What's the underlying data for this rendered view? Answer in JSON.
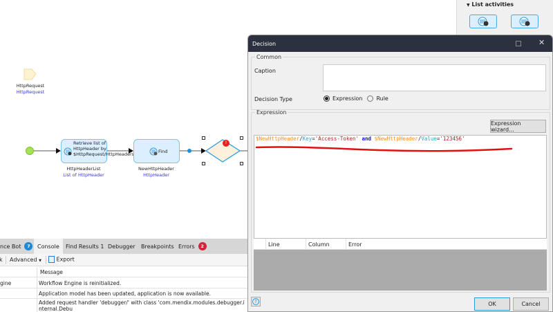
{
  "right_panel": {
    "section_title": "List activities",
    "buttons": [
      {
        "icon": "list-aggregate-icon"
      },
      {
        "icon": "list-edit-icon"
      }
    ]
  },
  "canvas": {
    "parameter": {
      "name": "HttpRequest",
      "type": "HttpRequest"
    },
    "activities": [
      {
        "text": "Retrieve list of HttpHeader by $HttpRequest/HttpHeaders",
        "output": "HttpHeaderList",
        "type": "List of HttpHeader"
      },
      {
        "text": "Find",
        "output": "NewHttpHeader",
        "type": "HttpHeader"
      }
    ],
    "decision_error_badge": "!"
  },
  "dialog": {
    "title": "Decision",
    "common_legend": "Common",
    "caption_label": "Caption",
    "caption_value": "",
    "decision_type_label": "Decision Type",
    "decision_type_options": [
      "Expression",
      "Rule"
    ],
    "decision_type_selected": "Expression",
    "expression_legend": "Expression",
    "expression_wizard": "Expression wizard...",
    "expression_tokens": [
      {
        "t": "$NewHttpHeader",
        "c": "#f0902a"
      },
      {
        "t": "/",
        "c": "#222"
      },
      {
        "t": "Key",
        "c": "#3aa0c8"
      },
      {
        "t": "=",
        "c": "#222"
      },
      {
        "t": "'Access-Token'",
        "c": "#b02020"
      },
      {
        "t": " ",
        "c": "#222"
      },
      {
        "t": "and",
        "c": "#1010e0"
      },
      {
        "t": " ",
        "c": "#222"
      },
      {
        "t": "$NewHttpHeader",
        "c": "#f0902a"
      },
      {
        "t": "/",
        "c": "#222"
      },
      {
        "t": "Value",
        "c": "#3aa0c8"
      },
      {
        "t": "=",
        "c": "#222"
      },
      {
        "t": "'123456'",
        "c": "#b02020"
      }
    ],
    "error_columns": [
      "Line",
      "Column",
      "Error"
    ],
    "ok": "OK",
    "cancel": "Cancel",
    "annotation_color": "#e01010"
  },
  "bottom_panel": {
    "tabs": [
      {
        "label": "nce Bot",
        "badge": "7",
        "badge_color": "#1e88d8"
      },
      {
        "label": "Console",
        "active": true
      },
      {
        "label": "Find Results 1"
      },
      {
        "label": "Debugger"
      },
      {
        "label": "Breakpoints"
      },
      {
        "label": "Errors",
        "badge": "2",
        "badge_color": "#d8203a"
      }
    ],
    "toolbar": {
      "clear_fragment": "k",
      "advanced": "Advanced",
      "export": "Export"
    },
    "columns": [
      "",
      "Message"
    ],
    "rows": [
      {
        "source": "gine",
        "message": "Workflow Engine is reinitialized."
      },
      {
        "source": "",
        "message": "Application model has been updated, application is now available."
      },
      {
        "source": "",
        "message": "Added request handler 'debugger/' with class 'com.mendix.modules.debugger.internal.Debu"
      }
    ]
  }
}
